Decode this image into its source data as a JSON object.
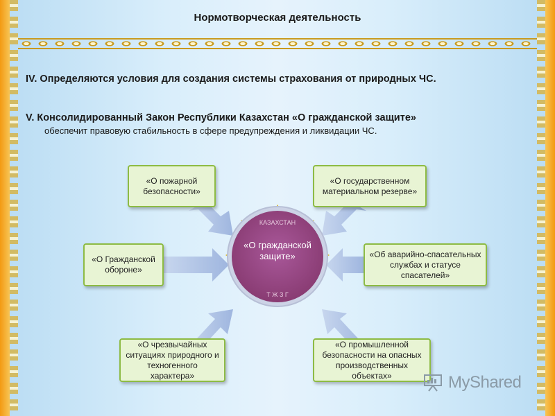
{
  "slide": {
    "title": "Нормотворческая деятельность",
    "point_iv": "IV. Определяются условия для создания системы страхования от природных ЧС.",
    "point_v": "V. Консолидированный Закон Республики Казахстан «О гражданской защите»",
    "point_v_sub": "обеспечит правовую стабильность в сфере предупреждения и ликвидации ЧС."
  },
  "diagram": {
    "center": "«О гражданской защите»",
    "emblem_text_top": "КАЗАХСТАН",
    "emblem_text_bottom": "Т Ж З Г",
    "boxes": {
      "fire_safety": "«О пожарной безопасности»",
      "state_reserve": "«О государственном материальном резерве»",
      "civil_defense": "«О Гражданской обороне»",
      "rescue_services": "«Об аварийно-спасательных службах и статусе спасателей»",
      "emergencies": "«О чрезвычайных ситуациях природного и техногенного характера»",
      "industrial_safety": "«О промышленной безопасности на опасных производственных объектах»"
    }
  },
  "watermark": {
    "text": "MyShared"
  },
  "colors": {
    "box_fill": "#e8f4d4",
    "box_border": "#8dbb44",
    "arrow": "#b3c7e6",
    "center_fill": "#9a4b82",
    "center_ring": "#c9cfe0",
    "star": "#f2d43c",
    "side_stripe": "#f39a12"
  }
}
